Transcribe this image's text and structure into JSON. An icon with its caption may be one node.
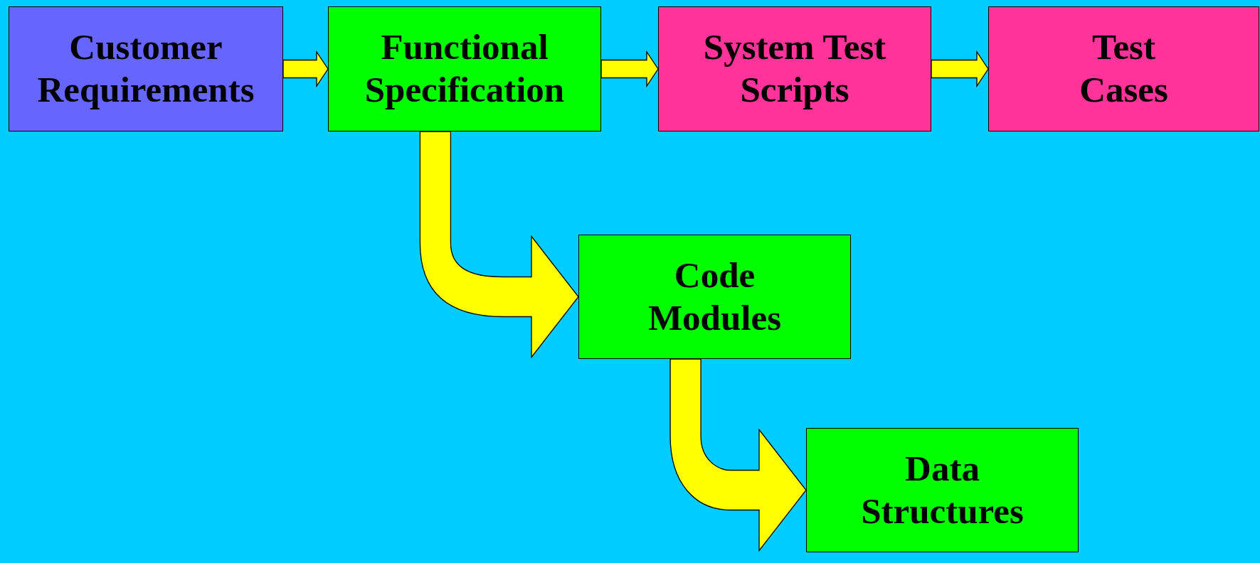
{
  "diagram": {
    "nodes": [
      {
        "text": [
          "Customer Requirements"
        ]
      },
      {
        "text": [
          "Functional Specification"
        ]
      },
      {
        "text": [
          "System Test Scripts"
        ]
      },
      {
        "text": [
          "Test Cases"
        ]
      },
      {
        "text": [
          "Code Modules"
        ]
      },
      {
        "text": [
          "Data Structures"
        ]
      }
    ],
    "edges": [
      {
        "from": 0,
        "to": 1,
        "arrow": "to"
      },
      {
        "from": 1,
        "to": 2,
        "arrow": "to"
      },
      {
        "from": 2,
        "to": 3,
        "arrow": "to"
      },
      {
        "from": 1,
        "to": 4,
        "arrow": "to"
      },
      {
        "from": 4,
        "to": 5,
        "arrow": "to"
      }
    ]
  }
}
